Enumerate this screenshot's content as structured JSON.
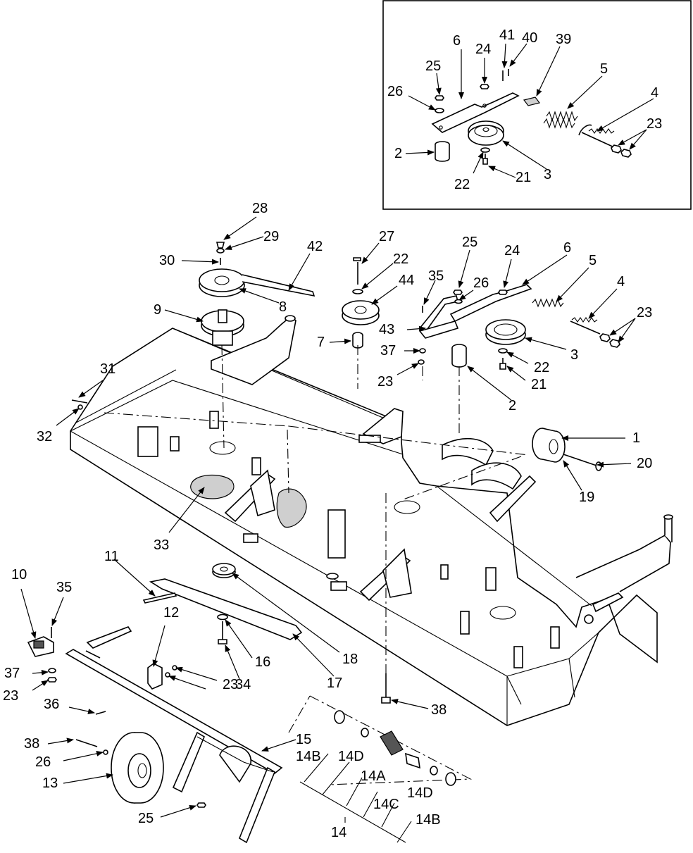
{
  "diagram": {
    "inset_labels": [
      "6",
      "24",
      "41",
      "40",
      "39",
      "25",
      "26",
      "5",
      "4",
      "23",
      "2",
      "22",
      "21",
      "3"
    ],
    "main_labels": [
      "28",
      "29",
      "30",
      "42",
      "9",
      "8",
      "27",
      "22",
      "44",
      "7",
      "37",
      "23",
      "35",
      "43",
      "25",
      "26",
      "24",
      "6",
      "5",
      "4",
      "23",
      "3",
      "22",
      "21",
      "2",
      "31",
      "32",
      "1",
      "20",
      "19",
      "33",
      "11",
      "10",
      "35",
      "12",
      "37",
      "23",
      "34",
      "16",
      "17",
      "18",
      "23",
      "36",
      "38",
      "26",
      "13",
      "15",
      "14B",
      "14D",
      "14A",
      "14C",
      "14D",
      "14B",
      "14",
      "25",
      "38"
    ]
  }
}
